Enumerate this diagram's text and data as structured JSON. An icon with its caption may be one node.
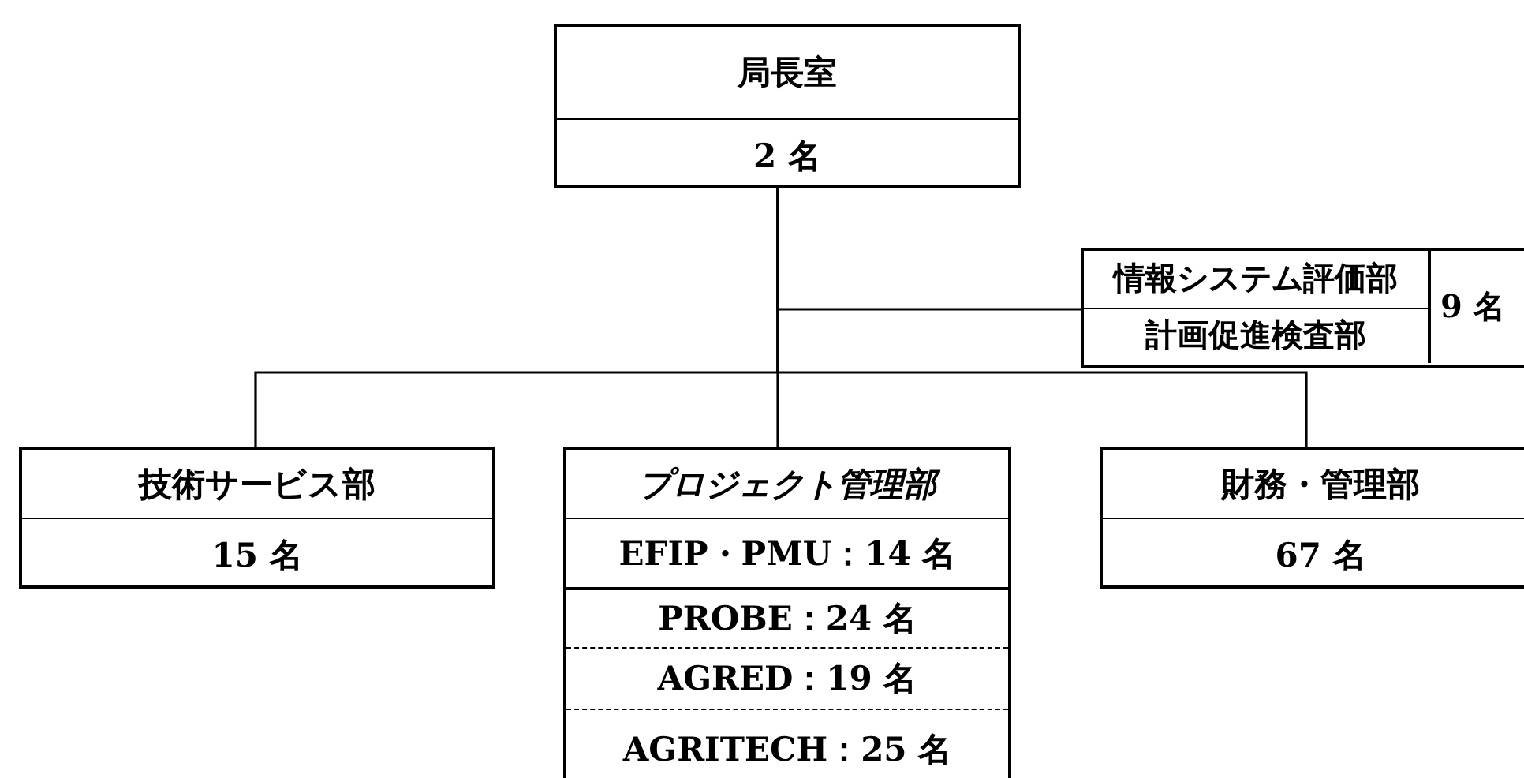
{
  "diagram": {
    "nodes": [
      {
        "text": [
          "局長室",
          "2 名"
        ]
      },
      {
        "text": [
          "情報システム評価部",
          "計画促進検査部",
          "9 名"
        ]
      },
      {
        "text": [
          "技術サービス部",
          "15 名"
        ]
      },
      {
        "text": [
          "プロジェクト管理部",
          "EFIP・PMU：14 名",
          "PROBE：24 名",
          "AGRED：19 名",
          "AGRITECH：25 名"
        ]
      },
      {
        "text": [
          "財務・管理部",
          "67 名"
        ]
      }
    ],
    "edges": [
      {
        "from": 0,
        "to": 1,
        "arrow": "none"
      },
      {
        "from": 0,
        "to": 2,
        "arrow": "none"
      },
      {
        "from": 0,
        "to": 3,
        "arrow": "none"
      },
      {
        "from": 0,
        "to": 4,
        "arrow": "none"
      }
    ]
  }
}
